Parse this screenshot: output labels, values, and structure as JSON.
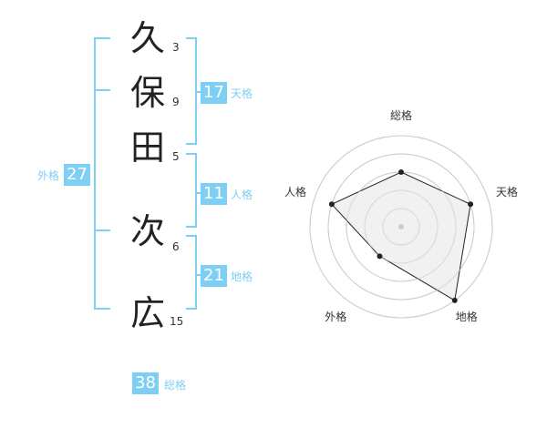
{
  "colors": {
    "accent": "#7ecff4",
    "accent_text": "#7ecff4",
    "radar_fill": "#efefef",
    "radar_ring": "#cccccc",
    "radar_line": "#222222"
  },
  "name": {
    "surname": [
      {
        "char": "久",
        "strokes": "3"
      },
      {
        "char": "保",
        "strokes": "9"
      },
      {
        "char": "田",
        "strokes": "5"
      }
    ],
    "given": [
      {
        "char": "次",
        "strokes": "6"
      },
      {
        "char": "広",
        "strokes": "15"
      }
    ]
  },
  "fortunes": {
    "tenkaku": {
      "value": "17",
      "label": "天格"
    },
    "jinkaku": {
      "value": "11",
      "label": "人格"
    },
    "chikaku": {
      "value": "21",
      "label": "地格"
    },
    "gaikaku": {
      "value": "27",
      "label": "外格"
    },
    "soukaku": {
      "value": "38",
      "label": "総格"
    }
  },
  "chart_data": {
    "type": "radar",
    "axes": [
      "総格",
      "天格",
      "地格",
      "外格",
      "人格"
    ],
    "values": [
      3,
      4,
      5,
      2,
      4
    ],
    "max": 5,
    "rings": 5
  }
}
